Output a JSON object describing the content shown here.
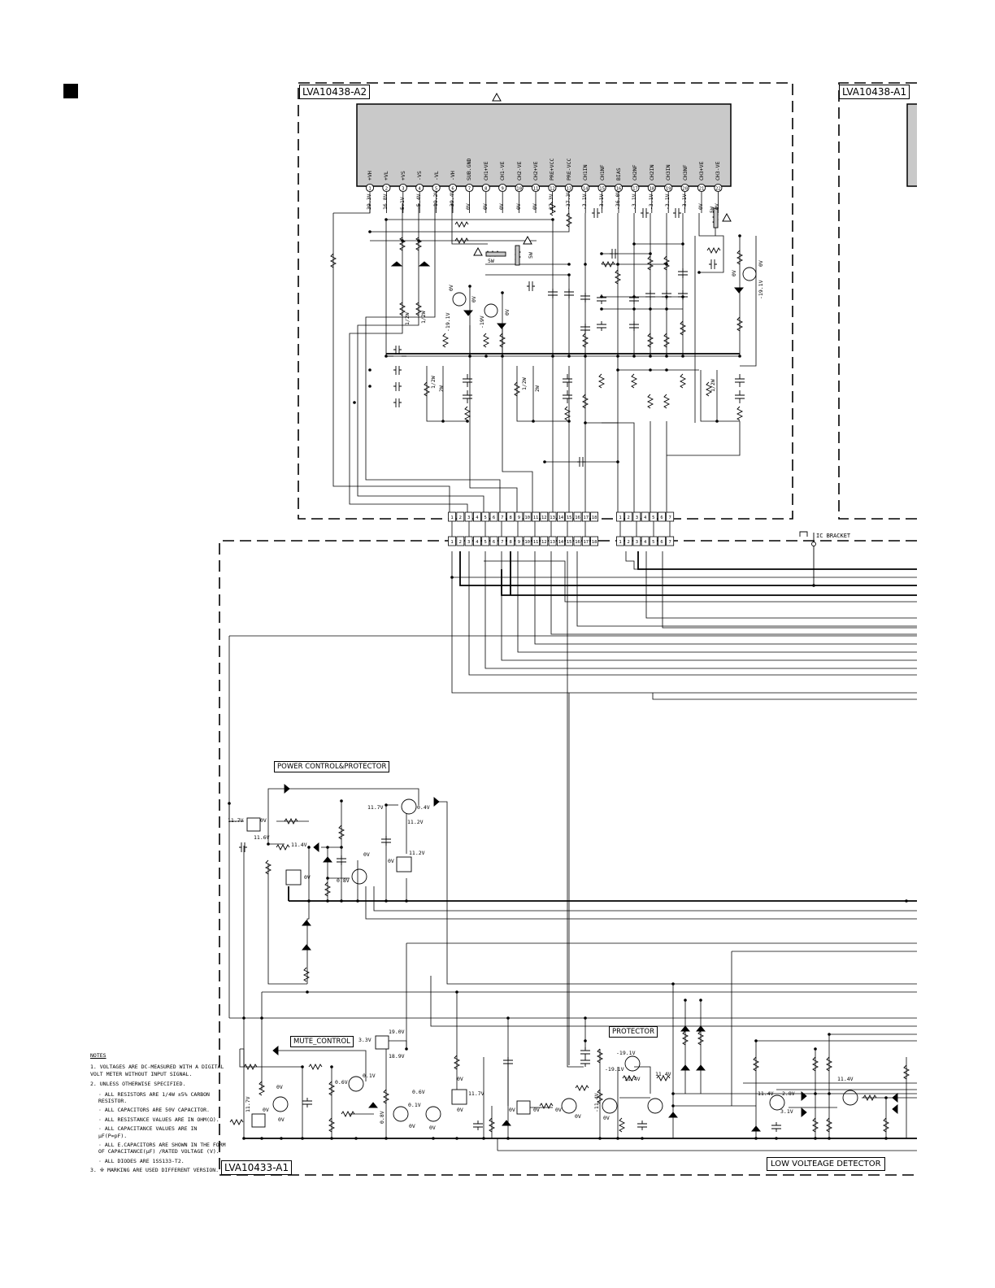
{
  "boards": {
    "amp_a2": "LVA10438-A2",
    "amp_a1": "LVA10438-A1",
    "control": "LVA10433-A1"
  },
  "ic": {
    "pin_names": [
      "+VH",
      "+VL",
      "+VS",
      "-VS",
      "-VL",
      "-VH",
      "SUB.GND",
      "CH1+VE",
      "CH1-VE",
      "CH2-VE",
      "CH2+VE",
      "PRE+VCC",
      "PRE-VCC",
      "CH1IN",
      "CH1NF",
      "BIAS",
      "CH2NF",
      "CH2IN",
      "CH3IN",
      "CH3NF",
      "CH3+VE",
      "CH3-VE"
    ],
    "pin_voltages": [
      "39.3V",
      "16.8V",
      "5.1V",
      "-5.4V",
      "-19.2V",
      "-39.4V",
      "0V",
      "0V",
      "0V",
      "0V",
      "0V",
      "37.3V",
      "-37.3V",
      "-3.1V",
      "-3.1V",
      "-36.0V",
      "-3.1V",
      "-3.1V",
      "-3.1V",
      "-3.1V",
      "0V",
      "0V"
    ]
  },
  "connectors": {
    "upper_left": [
      "1",
      "2",
      "3",
      "4",
      "5",
      "6",
      "7",
      "8",
      "9",
      "10",
      "11",
      "12",
      "13",
      "14",
      "15",
      "16",
      "17",
      "18"
    ],
    "upper_right": [
      "1",
      "2",
      "3",
      "4",
      "5",
      "6",
      "7"
    ]
  },
  "labels": {
    "ic_bracket": "IC BRACKET",
    "power_control": "POWER CONTROL&PROTECTOR",
    "mute_control": "MUTE_CONTROL",
    "protector": "PROTECTOR",
    "low_voltage": "LOW VOLTEAGE DETECTOR"
  },
  "amp_values": {
    "v_0v_a": "0V",
    "v_0v_b": "0V",
    "v_0v_c": "0V",
    "v_191_a": "-19.1V",
    "v_191_b": "-19V",
    "r_5w_a": "5W",
    "r_5w_b": "5W",
    "r_5w_c": "5W",
    "r_half_a": "1/2W",
    "r_half_b": "1/2W",
    "r_half_c": "1/2W",
    "r_half_d": "1/2W",
    "r_half_e": "1/2W",
    "v_0v_d": "0V",
    "v_0v_e": "0V",
    "v_191_c": "-19.1V",
    "r_2w_a": "2W",
    "r_2w_b": "2W"
  },
  "ctrl_values": {
    "v117a": "11.7V",
    "v116": "11.6V",
    "v0a": "0V",
    "v114a": "11.4V",
    "v0b": "0V",
    "v0c": "0V",
    "v08": "0.8V",
    "v117b": "11.7V",
    "v04": "0.4V",
    "v112a": "11.2V",
    "v112b": "11.2V",
    "v0d": "0V",
    "v33": "3.3V",
    "v190": "19.0V",
    "v189": "18.9V",
    "v06a": "0.6V",
    "v01a": "0.1V",
    "v06b": "0.6V",
    "v01b": "0.1V",
    "v08b": "0.8V",
    "v0e": "0V",
    "v0f": "0V",
    "v117c": "11.7V",
    "v0g": "0V",
    "v0h": "0V",
    "v0i": "0V",
    "v117d": "11.7V",
    "v0j": "0V",
    "v0k": "0V",
    "v0l": "0V",
    "v0m": "0V",
    "v191a": "-19.1V",
    "v191b": "-19.1V",
    "v114b": "11.4V",
    "v114c": "-11.4V",
    "v114d": "11.4V",
    "v0n": "0V",
    "v0o": "0V",
    "v0p": "0V",
    "v114e": "11.4V",
    "v28": "2.8V",
    "v31": "3.1V",
    "v114f": "11.4V"
  },
  "notes": {
    "title": "NOTES",
    "n1": "1. VOLTAGES ARE DC-MEASURED WITH A DIGITAL VOLT METER WITHOUT INPUT SIGNAL.",
    "n2": "2. UNLESS OTHERWISE SPECIFIED.",
    "s1": "· ALL RESISTORS ARE 1/4W ±5% CARBON RESISTOR.",
    "s2": "· ALL CAPACITORS ARE 50V CAPACITOR.",
    "s3": "· ALL RESISTANCE VALUES ARE IN OHM(Ω).",
    "s4": "· ALL CAPACITANCE VALUES ARE IN μF(P=pF).",
    "s5": "· ALL E.CAPACITORS ARE SHOWN IN THE FORM OF CAPACITANCE(μF) /RATED VOLTAGE (V).",
    "s6": "· ALL DIODES ARE 1SS133-T2.",
    "n3": "3. ※ MARKING ARE USED DIFFERENT VERSION."
  }
}
